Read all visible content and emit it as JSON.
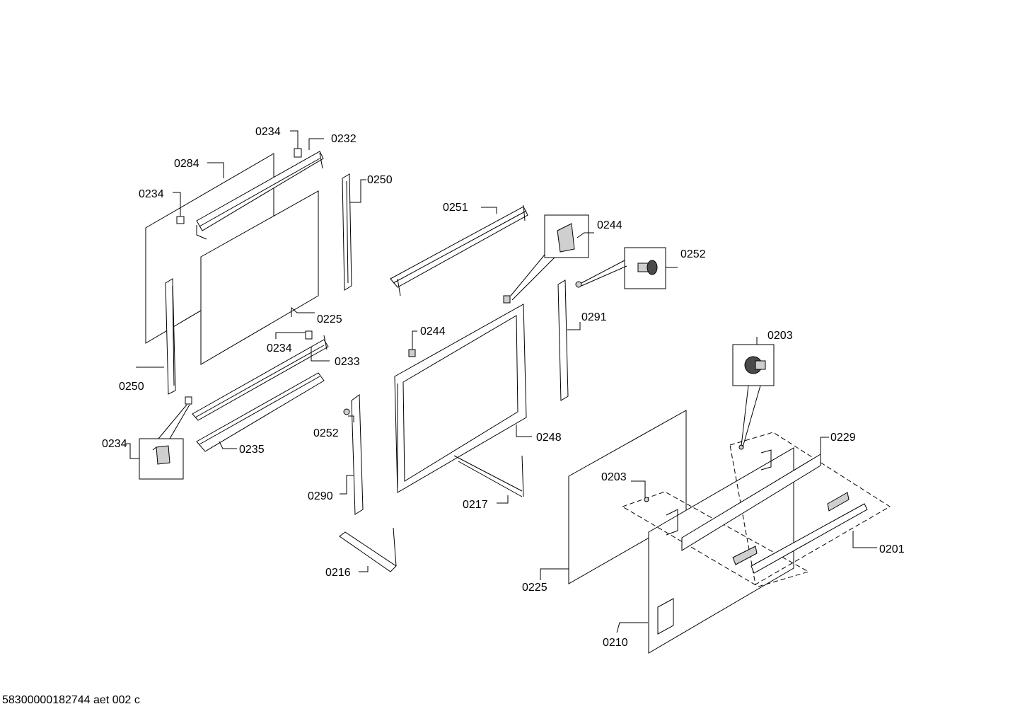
{
  "footer": {
    "document_id": "58300000182744 aet 002 c"
  },
  "labels": {
    "p0234_a": "0234",
    "p0232": "0232",
    "p0284": "0284",
    "p0234_b": "0234",
    "p0250_a": "0250",
    "p0251": "0251",
    "p0244_a": "0244",
    "p0252_a": "0252",
    "p0225_a": "0225",
    "p0291": "0291",
    "p0234_c": "0234",
    "p0244_b": "0244",
    "p0233": "0233",
    "p0203_a": "0203",
    "p0250_b": "0250",
    "p0252_b": "0252",
    "p0248": "0248",
    "p0229": "0229",
    "p0234_d": "0234",
    "p0235": "0235",
    "p0203_b": "0203",
    "p0290": "0290",
    "p0217": "0217",
    "p0201": "0201",
    "p0216": "0216",
    "p0225_b": "0225",
    "p0210": "0210"
  }
}
